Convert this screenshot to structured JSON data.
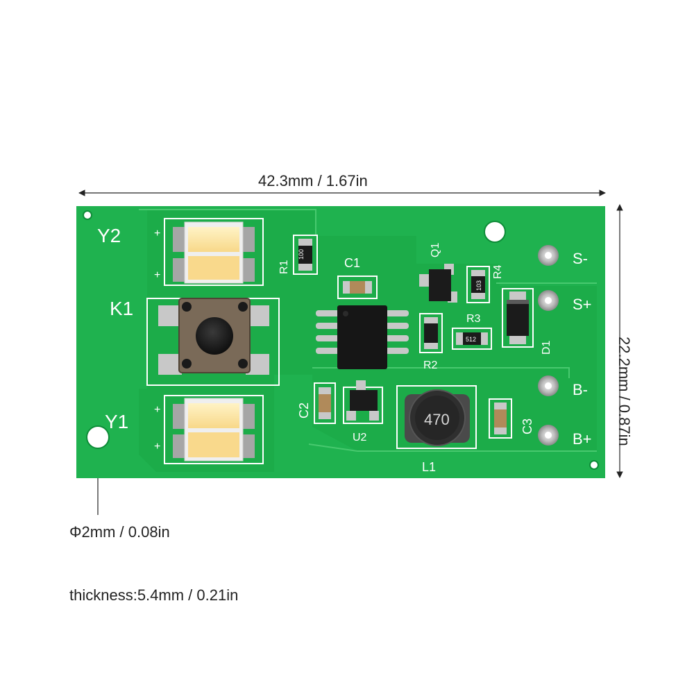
{
  "dimensions": {
    "width_label": "42.3mm / 1.67in",
    "height_label": "22.2mm / 0.87in",
    "hole_label": "Φ2mm / 0.08in",
    "thickness_label": "thickness:5.4mm / 0.21in"
  },
  "board": {
    "labels": {
      "y2": "Y2",
      "k1": "K1",
      "y1": "Y1",
      "r1": "R1",
      "r1_code": "100",
      "c1": "C1",
      "q1": "Q1",
      "r4": "R4",
      "r4_code": "103",
      "r3": "R3",
      "r3_code": "512",
      "r2": "R2",
      "d1": "D1",
      "c2": "C2",
      "u2": "U2",
      "l1": "L1",
      "l1_code": "470",
      "c3": "C3",
      "s_minus": "S-",
      "s_plus": "S+",
      "b_minus": "B-",
      "b_plus": "B+",
      "plus": "+"
    },
    "colors": {
      "pcb_green": "#1fb24f",
      "silkscreen": "#ffffff",
      "led_yellow": "#fde9a8"
    }
  }
}
